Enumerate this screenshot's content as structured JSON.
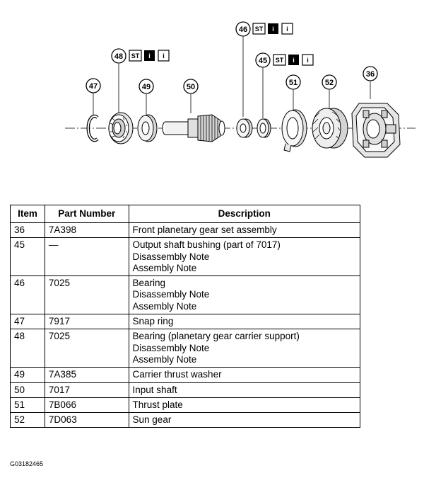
{
  "callouts": {
    "c36": "36",
    "c45": "45",
    "c46": "46",
    "c47": "47",
    "c48": "48",
    "c49": "49",
    "c50": "50",
    "c51": "51",
    "c52": "52"
  },
  "badges": {
    "st": "ST",
    "info_bold": "i",
    "info": "i"
  },
  "table": {
    "headers": {
      "item": "Item",
      "part_number": "Part Number",
      "description": "Description"
    },
    "rows": [
      {
        "item": "36",
        "part": "7A398",
        "desc": [
          "Front planetary gear set assembly"
        ]
      },
      {
        "item": "45",
        "part": "—",
        "desc": [
          "Output shaft bushing (part of 7017)",
          "Disassembly Note",
          "Assembly Note"
        ]
      },
      {
        "item": "46",
        "part": "7025",
        "desc": [
          "Bearing",
          "Disassembly Note",
          "Assembly Note"
        ]
      },
      {
        "item": "47",
        "part": "7917",
        "desc": [
          "Snap ring"
        ]
      },
      {
        "item": "48",
        "part": "7025",
        "desc": [
          "Bearing (planetary gear carrier support)",
          "Disassembly Note",
          "Assembly Note"
        ]
      },
      {
        "item": "49",
        "part": "7A385",
        "desc": [
          "Carrier thrust washer"
        ]
      },
      {
        "item": "50",
        "part": "7017",
        "desc": [
          "Input shaft"
        ]
      },
      {
        "item": "51",
        "part": "7B066",
        "desc": [
          "Thrust plate"
        ]
      },
      {
        "item": "52",
        "part": "7D063",
        "desc": [
          "Sun gear"
        ]
      }
    ]
  },
  "figure_id": "G03182465"
}
